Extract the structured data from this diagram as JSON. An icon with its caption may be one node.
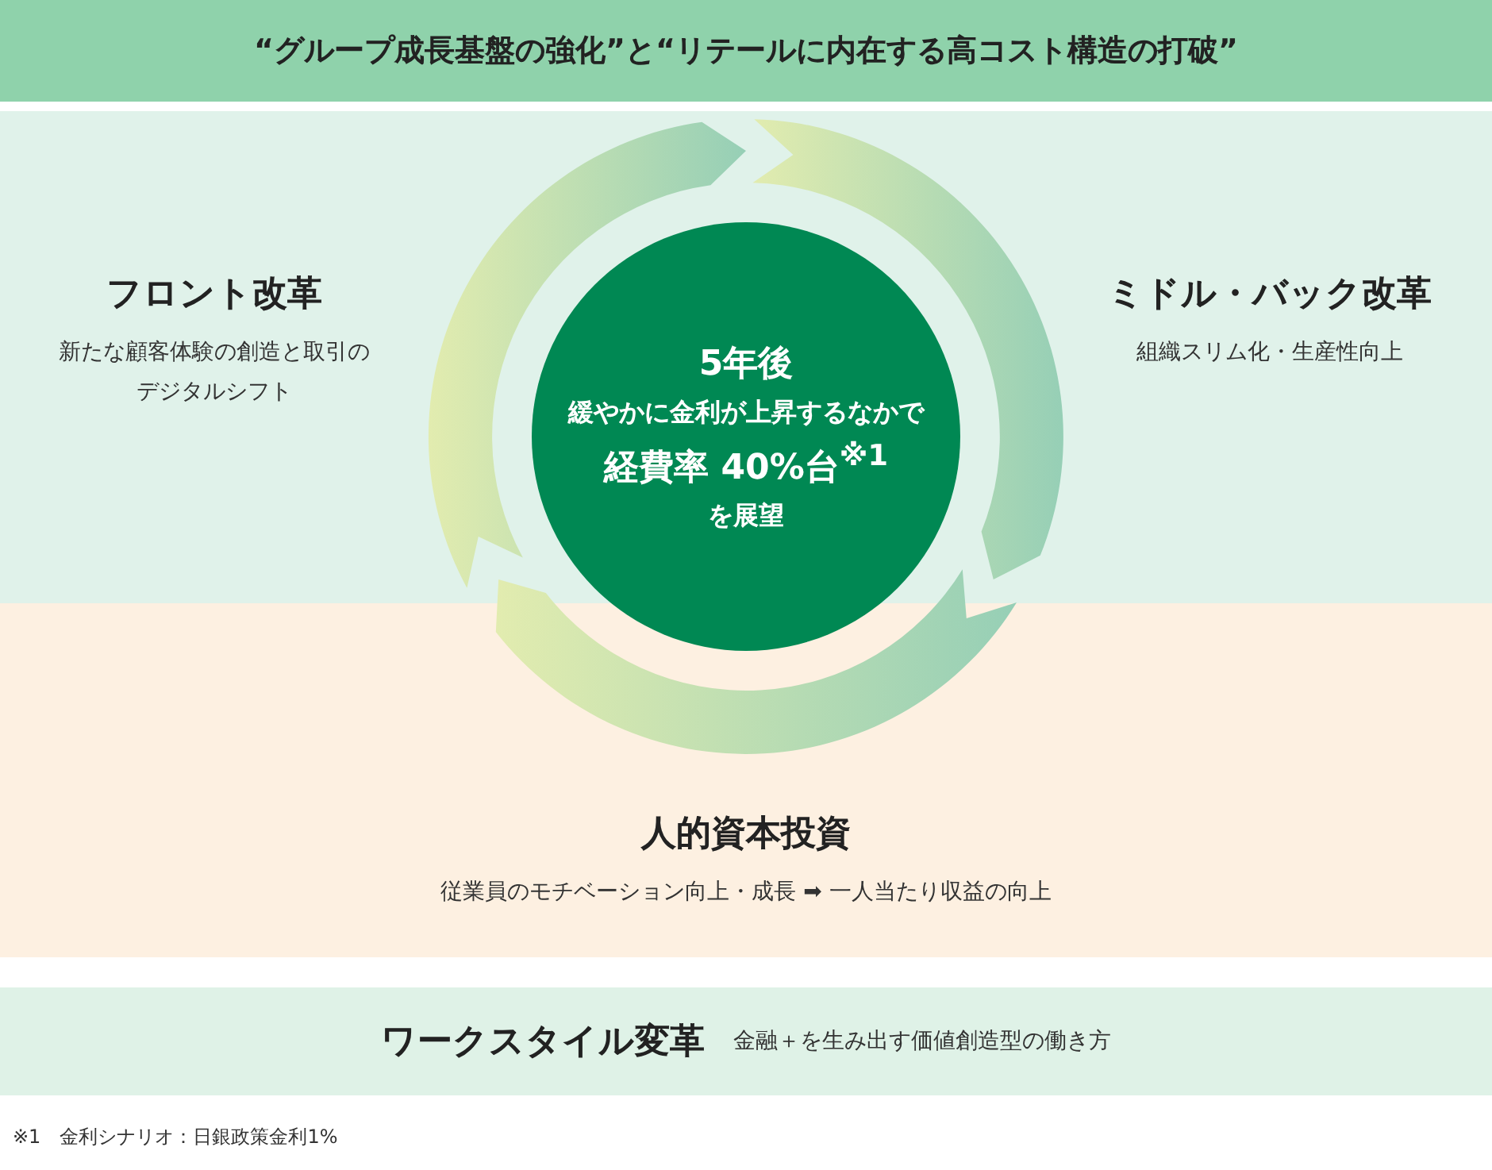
{
  "diagram": {
    "nodes": [
      {
        "text": [
          "“グループ成長基盤の強化”と“リテールに内在する高コスト構造の打破”"
        ]
      },
      {
        "text": [
          "フロント改革",
          "新たな顧客体験の創造と取引のデジタルシフト"
        ]
      },
      {
        "text": [
          "ミドル・バック改革",
          "組織スリム化・生産性向上"
        ]
      },
      {
        "text": [
          "人的資本投資",
          "従業員のモチベーション向上・成長 ➡ 一人当たり収益の向上"
        ]
      },
      {
        "text": [
          "5年後",
          "緩やかに金利が上昇するなかで",
          "経費率 40%台$^{※1}$",
          "を展望"
        ]
      },
      {
        "text": [
          "ワークスタイル変革",
          "金融＋を生み出す価値創造型の働き方"
        ]
      }
    ],
    "labels": [
      "※1　金利シナリオ：日銀政策金利1%"
    ]
  }
}
